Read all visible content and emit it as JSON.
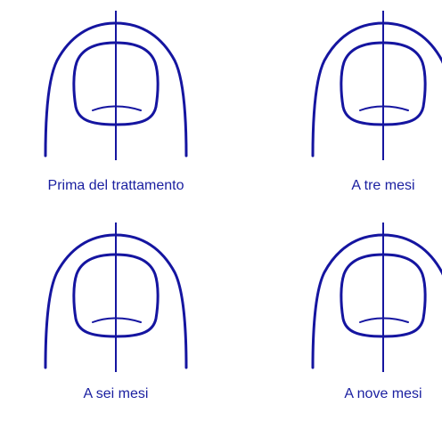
{
  "panels": [
    {
      "label": "Prima del trattamento",
      "icon": "finger-nail-icon"
    },
    {
      "label": "A tre mesi",
      "icon": "finger-nail-icon"
    },
    {
      "label": "A sei mesi",
      "icon": "finger-nail-icon"
    },
    {
      "label": "A nove mesi",
      "icon": "finger-nail-icon"
    }
  ],
  "colors": {
    "stroke": "#1515a0",
    "text": "#1a1fa0",
    "background": "#ffffff"
  }
}
